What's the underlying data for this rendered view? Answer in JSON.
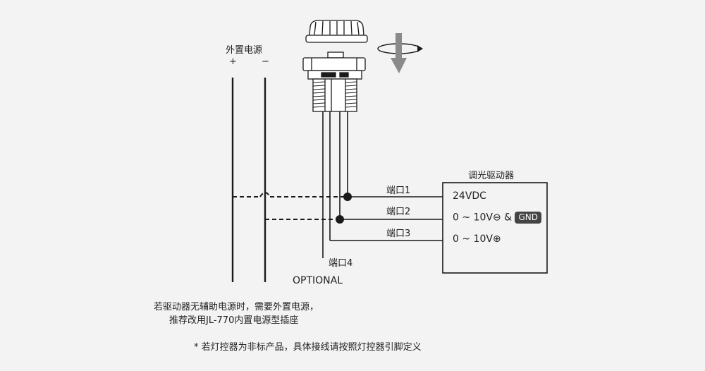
{
  "external_power": {
    "title": "外置电源",
    "plus": "+",
    "minus": "−"
  },
  "driver": {
    "title": "调光驱动器",
    "pin1": "24VDC",
    "pin2": "0 ~ 10V⊖ &",
    "pin2_badge": "GND",
    "pin3": "0 ~ 10V⊕"
  },
  "ports": {
    "p1": "端口1",
    "p2": "端口2",
    "p3": "端口3",
    "p4": "端口4"
  },
  "optional": "OPTIONAL",
  "notes": {
    "line1": "若驱动器无辅助电源时，需要外置电源，",
    "line2": "推荐改用JL-770内置电源型插座",
    "footnote": "*  若灯控器为非标产品，具体接线请按照灯控器引脚定义"
  },
  "colors": {
    "line": "#1a1a1a",
    "arrow": "#8a8a8a",
    "badge": "#444444"
  }
}
